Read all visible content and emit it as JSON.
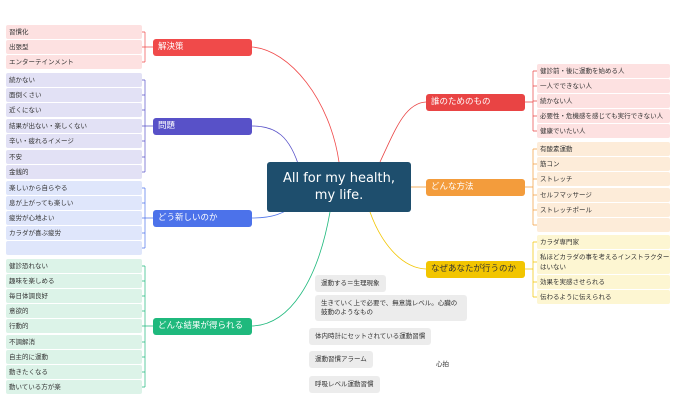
{
  "central": {
    "line1": "All for my health,",
    "line2": "my life."
  },
  "branches": {
    "solution": {
      "label": "解決策",
      "color": "#f04a4a",
      "leaf_bg": "#fde1e1",
      "items": [
        "習慣化",
        "出張型",
        "エンターテインメント"
      ]
    },
    "problem": {
      "label": "問題",
      "color": "#5851c8",
      "leaf_bg": "#e2e1f5",
      "items": [
        "続かない",
        "面倒くさい",
        "近くにない",
        "結果が出ない・楽しくない",
        "辛い・疲れるイメージ",
        "不安",
        "金銭的"
      ]
    },
    "newness": {
      "label": "どう新しいのか",
      "color": "#4c72ea",
      "leaf_bg": "#dfe6fb",
      "items": [
        "楽しいから自らやる",
        "息が上がっても楽しい",
        "疲労が心地よい",
        "カラダが喜ぶ疲労",
        ""
      ]
    },
    "results": {
      "label": "どんな結果が得られる",
      "color": "#1fb97d",
      "leaf_bg": "#dcf3e8",
      "items": [
        "健診恐れない",
        "趣味を楽しめる",
        "毎日体調良好",
        "意欲的",
        "行動的",
        "不調解消",
        "自主的に運動",
        "動きたくなる",
        "動いている方が楽"
      ]
    },
    "for_whom": {
      "label": "誰のためのもの",
      "color": "#e94444",
      "leaf_bg": "#fde1e1",
      "items": [
        "健診前・後に運動を始める人",
        "一人でできない人",
        "続かない人",
        "必要性・危機感を感じても実行できない人",
        "健康でいたい人"
      ]
    },
    "method": {
      "label": "どんな方法",
      "color": "#f39c3c",
      "leaf_bg": "#fdecd9",
      "items": [
        "有酸素運動",
        "筋コン",
        "ストレッチ",
        "セルフマッサージ",
        "ストレッチポール",
        ""
      ]
    },
    "why_you": {
      "label": "なぜあなたが行うのか",
      "color": "#f2c500",
      "leaf_bg": "#fdf6d2",
      "items": [
        "カラダ専門家",
        "私ほどカラダの事を考えるインストラクターはいない",
        "効果を実感させられる",
        "伝わるように伝えられる"
      ]
    }
  },
  "floating": [
    "運動する＝生理現象",
    "生きていく上で必要で、無意識レベル。心臓の鼓動のようなもの",
    "体内時計にセットされている運動習慣",
    "運動習慣アラーム",
    "呼吸レベル運動習慣",
    "心拍"
  ]
}
